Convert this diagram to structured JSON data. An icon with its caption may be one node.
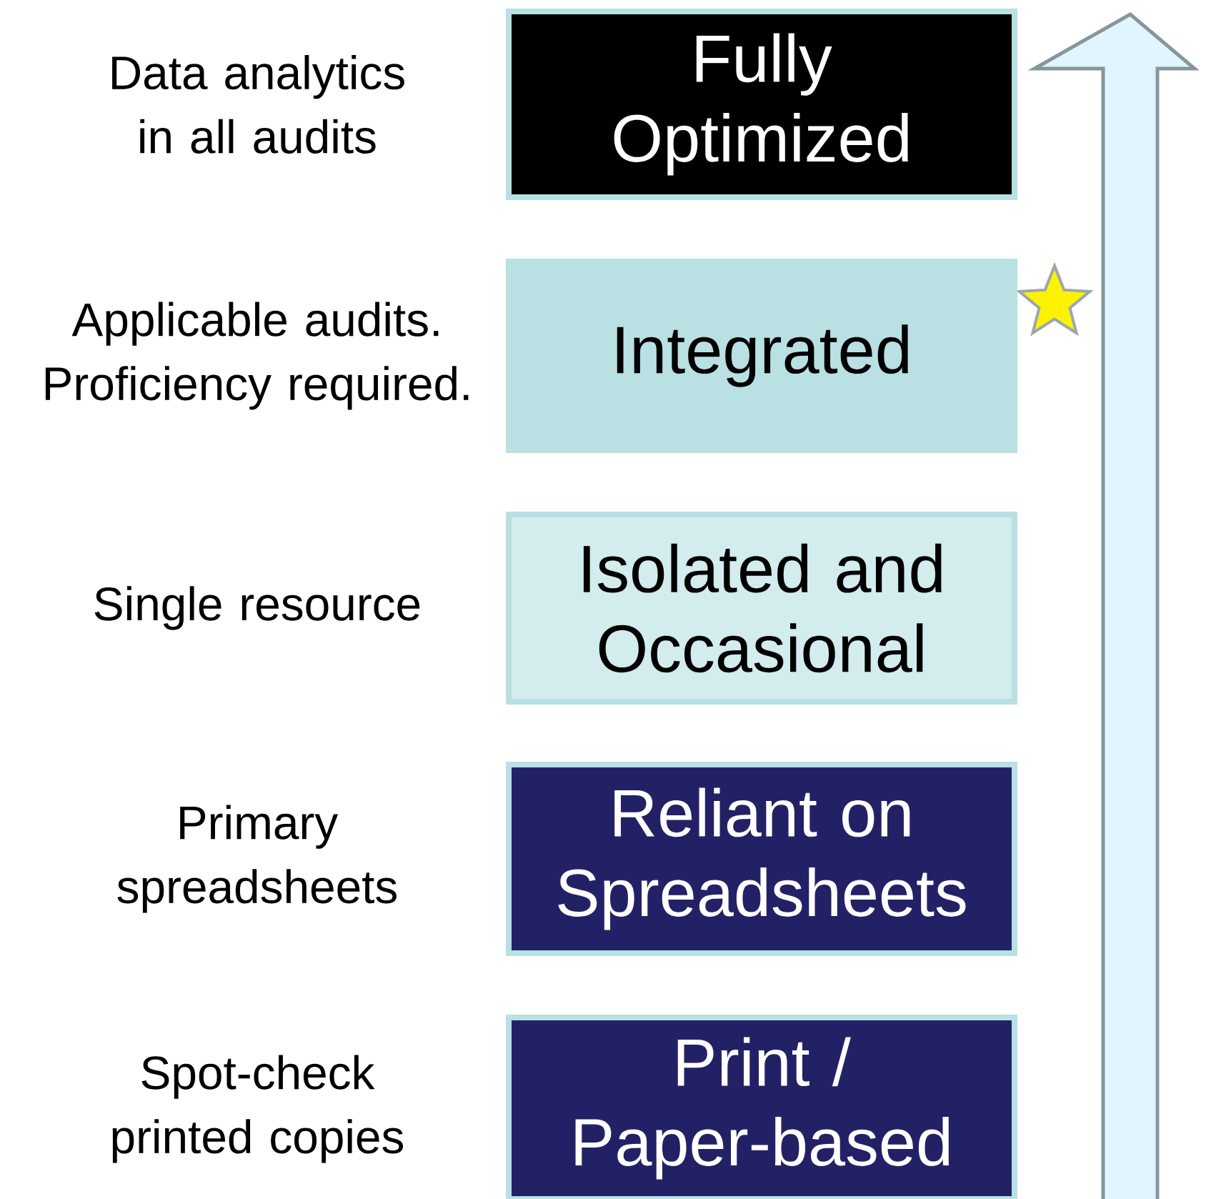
{
  "diagram": {
    "nodes": [
      {
        "text": [
          "Fully Optimized"
        ],
        "beside": [
          "Data analytics in all audits"
        ]
      },
      {
        "text": [
          "Integrated"
        ],
        "beside": [
          "Applicable audits. Proficiency required."
        ]
      },
      {
        "text": [
          "Isolated and Occasional"
        ],
        "beside": [
          "Single resource"
        ]
      },
      {
        "text": [
          "Reliant on Spreadsheets"
        ],
        "beside": [
          "Primary spreadsheets"
        ]
      },
      {
        "text": [
          "Print / Paper-based"
        ],
        "beside": [
          "Spot-check printed copies"
        ]
      }
    ]
  }
}
